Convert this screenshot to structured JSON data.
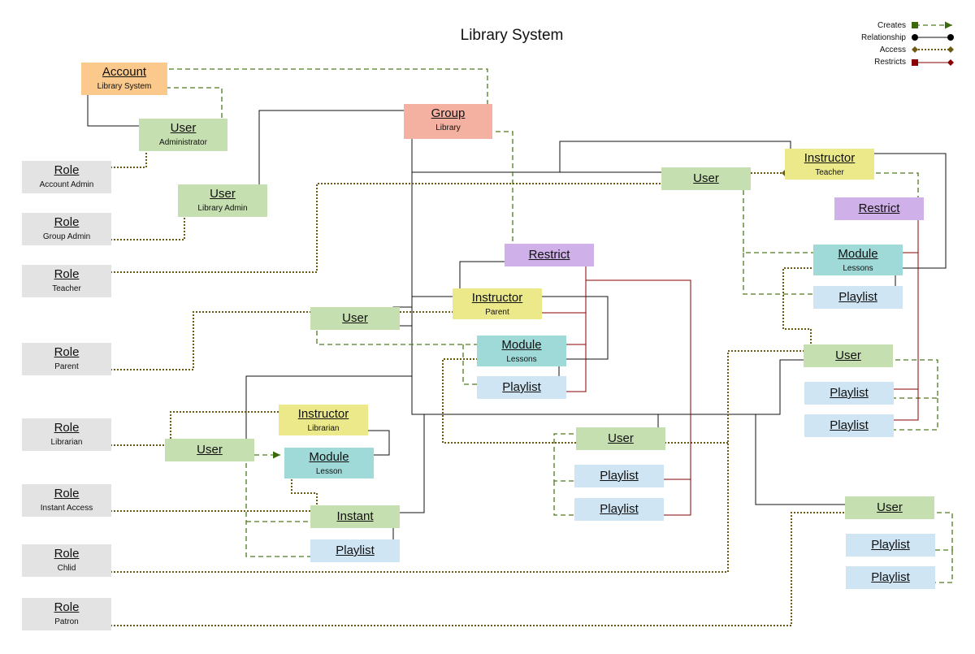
{
  "title": "Library System",
  "legend": [
    {
      "label": "Creates",
      "color": "#3a6a0a",
      "start": "square",
      "end": "arrow",
      "dash": "dashed"
    },
    {
      "label": "Relationship",
      "color": "#000000",
      "start": "dot",
      "end": "dot",
      "dash": "solid"
    },
    {
      "label": "Access",
      "color": "#6b5a10",
      "start": "diamond",
      "end": "diamond",
      "dash": "dotted"
    },
    {
      "label": "Restricts",
      "color": "#8a0000",
      "start": "square",
      "end": "diamond",
      "dash": "solid"
    }
  ],
  "colors": {
    "account": "#fbc98b",
    "group": "#f4b0a0",
    "user": "#c5dfb0",
    "role": "#e3e3e3",
    "instructor": "#ebe98a",
    "restrict": "#cfb0e8",
    "module": "#9fdad8",
    "playlist": "#cfe5f3",
    "instant": "#c5dfb0"
  },
  "nodes": [
    {
      "id": "account",
      "type": "account",
      "name": "Account",
      "sub": "Library System"
    },
    {
      "id": "group",
      "type": "group",
      "name": "Group",
      "sub": "Library"
    },
    {
      "id": "user-admin",
      "type": "user",
      "name": "User",
      "sub": "Administrator"
    },
    {
      "id": "user-libadmin",
      "type": "user",
      "name": "User",
      "sub": "Library Admin"
    },
    {
      "id": "role-account-admin",
      "type": "role",
      "name": "Role",
      "sub": "Account Admin"
    },
    {
      "id": "role-group-admin",
      "type": "role",
      "name": "Role",
      "sub": "Group Admin"
    },
    {
      "id": "role-teacher",
      "type": "role",
      "name": "Role",
      "sub": "Teacher"
    },
    {
      "id": "role-parent",
      "type": "role",
      "name": "Role",
      "sub": "Parent"
    },
    {
      "id": "role-librarian",
      "type": "role",
      "name": "Role",
      "sub": "Librarian"
    },
    {
      "id": "role-instant",
      "type": "role",
      "name": "Role",
      "sub": "Instant Access"
    },
    {
      "id": "role-child",
      "type": "role",
      "name": "Role",
      "sub": "Chlid"
    },
    {
      "id": "role-patron",
      "type": "role",
      "name": "Role",
      "sub": "Patron"
    },
    {
      "id": "user-teacher",
      "type": "user",
      "name": "User",
      "sub": ""
    },
    {
      "id": "instructor-teacher",
      "type": "instructor",
      "name": "Instructor",
      "sub": "Teacher"
    },
    {
      "id": "restrict-teacher",
      "type": "restrict",
      "name": "Restrict",
      "sub": ""
    },
    {
      "id": "module-teacher",
      "type": "module",
      "name": "Module",
      "sub": "Lessons"
    },
    {
      "id": "playlist-teacher",
      "type": "playlist",
      "name": "Playlist",
      "sub": ""
    },
    {
      "id": "restrict-parent",
      "type": "restrict",
      "name": "Restrict",
      "sub": ""
    },
    {
      "id": "user-parent",
      "type": "user",
      "name": "User",
      "sub": ""
    },
    {
      "id": "instructor-parent",
      "type": "instructor",
      "name": "Instructor",
      "sub": "Parent"
    },
    {
      "id": "module-parent",
      "type": "module",
      "name": "Module",
      "sub": "Lessons"
    },
    {
      "id": "playlist-parent",
      "type": "playlist",
      "name": "Playlist",
      "sub": ""
    },
    {
      "id": "instructor-librarian",
      "type": "instructor",
      "name": "Instructor",
      "sub": "Librarian"
    },
    {
      "id": "user-librarian",
      "type": "user",
      "name": "User",
      "sub": ""
    },
    {
      "id": "module-librarian",
      "type": "module",
      "name": "Module",
      "sub": "Lesson"
    },
    {
      "id": "instant",
      "type": "instant",
      "name": "Instant",
      "sub": ""
    },
    {
      "id": "playlist-instant",
      "type": "playlist",
      "name": "Playlist",
      "sub": ""
    },
    {
      "id": "user-child-mid",
      "type": "user",
      "name": "User",
      "sub": ""
    },
    {
      "id": "playlist-child-mid-1",
      "type": "playlist",
      "name": "Playlist",
      "sub": ""
    },
    {
      "id": "playlist-child-mid-2",
      "type": "playlist",
      "name": "Playlist",
      "sub": ""
    },
    {
      "id": "user-child-right",
      "type": "user",
      "name": "User",
      "sub": ""
    },
    {
      "id": "playlist-child-right-1",
      "type": "playlist",
      "name": "Playlist",
      "sub": ""
    },
    {
      "id": "playlist-child-right-2",
      "type": "playlist",
      "name": "Playlist",
      "sub": ""
    },
    {
      "id": "user-patron",
      "type": "user",
      "name": "User",
      "sub": ""
    },
    {
      "id": "playlist-patron-1",
      "type": "playlist",
      "name": "Playlist",
      "sub": ""
    },
    {
      "id": "playlist-patron-2",
      "type": "playlist",
      "name": "Playlist",
      "sub": ""
    }
  ]
}
